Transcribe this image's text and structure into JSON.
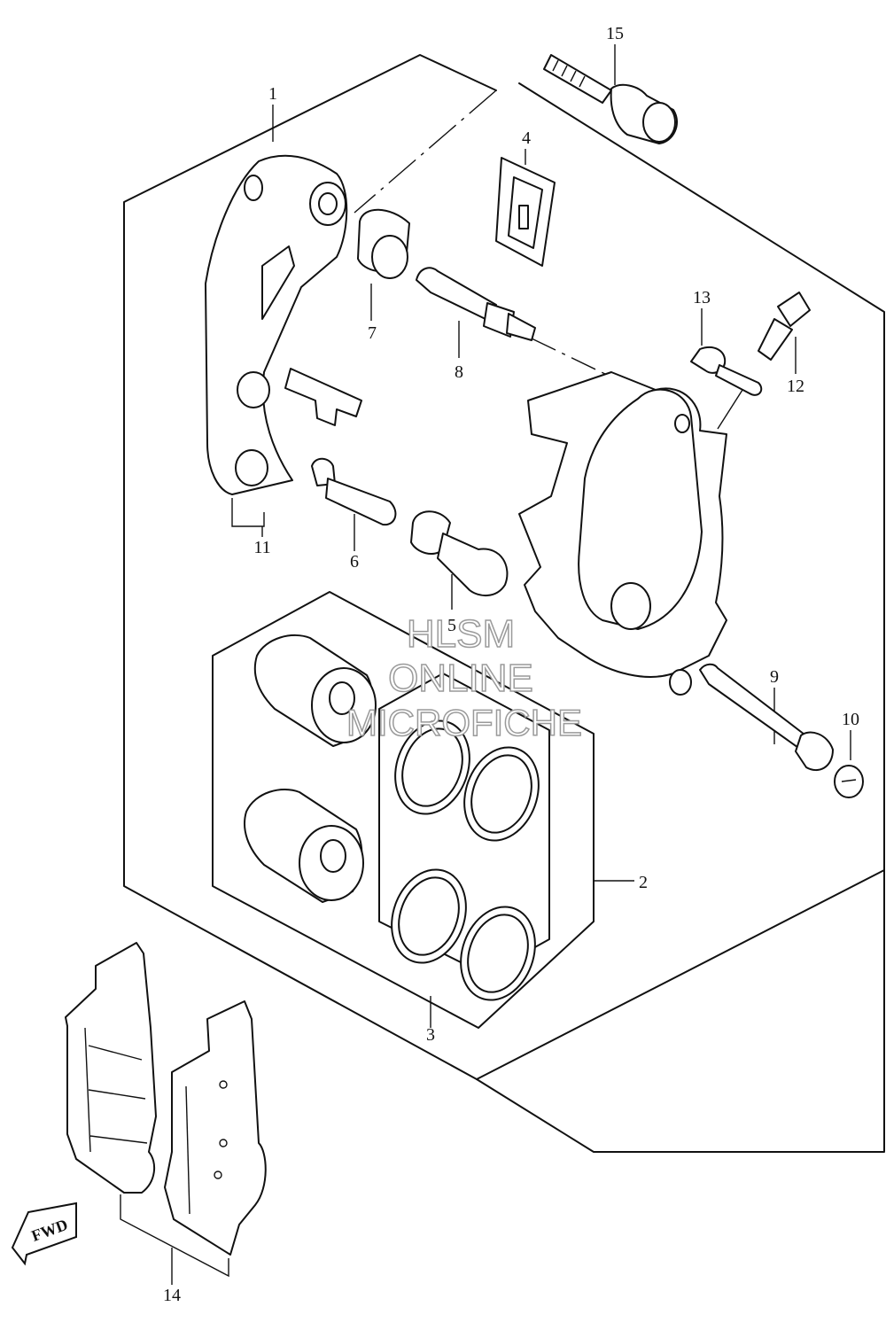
{
  "callouts": [
    "1",
    "2",
    "3",
    "4",
    "5",
    "6",
    "7",
    "8",
    "9",
    "10",
    "11",
    "12",
    "13",
    "14",
    "15"
  ],
  "watermark": [
    "HLSM",
    "ONLINE",
    "MICROFICHE"
  ],
  "fwd_label": "FWD",
  "colors": {
    "line": "#111111",
    "watermark_stroke": "#9a9a9a",
    "background": "#ffffff"
  }
}
